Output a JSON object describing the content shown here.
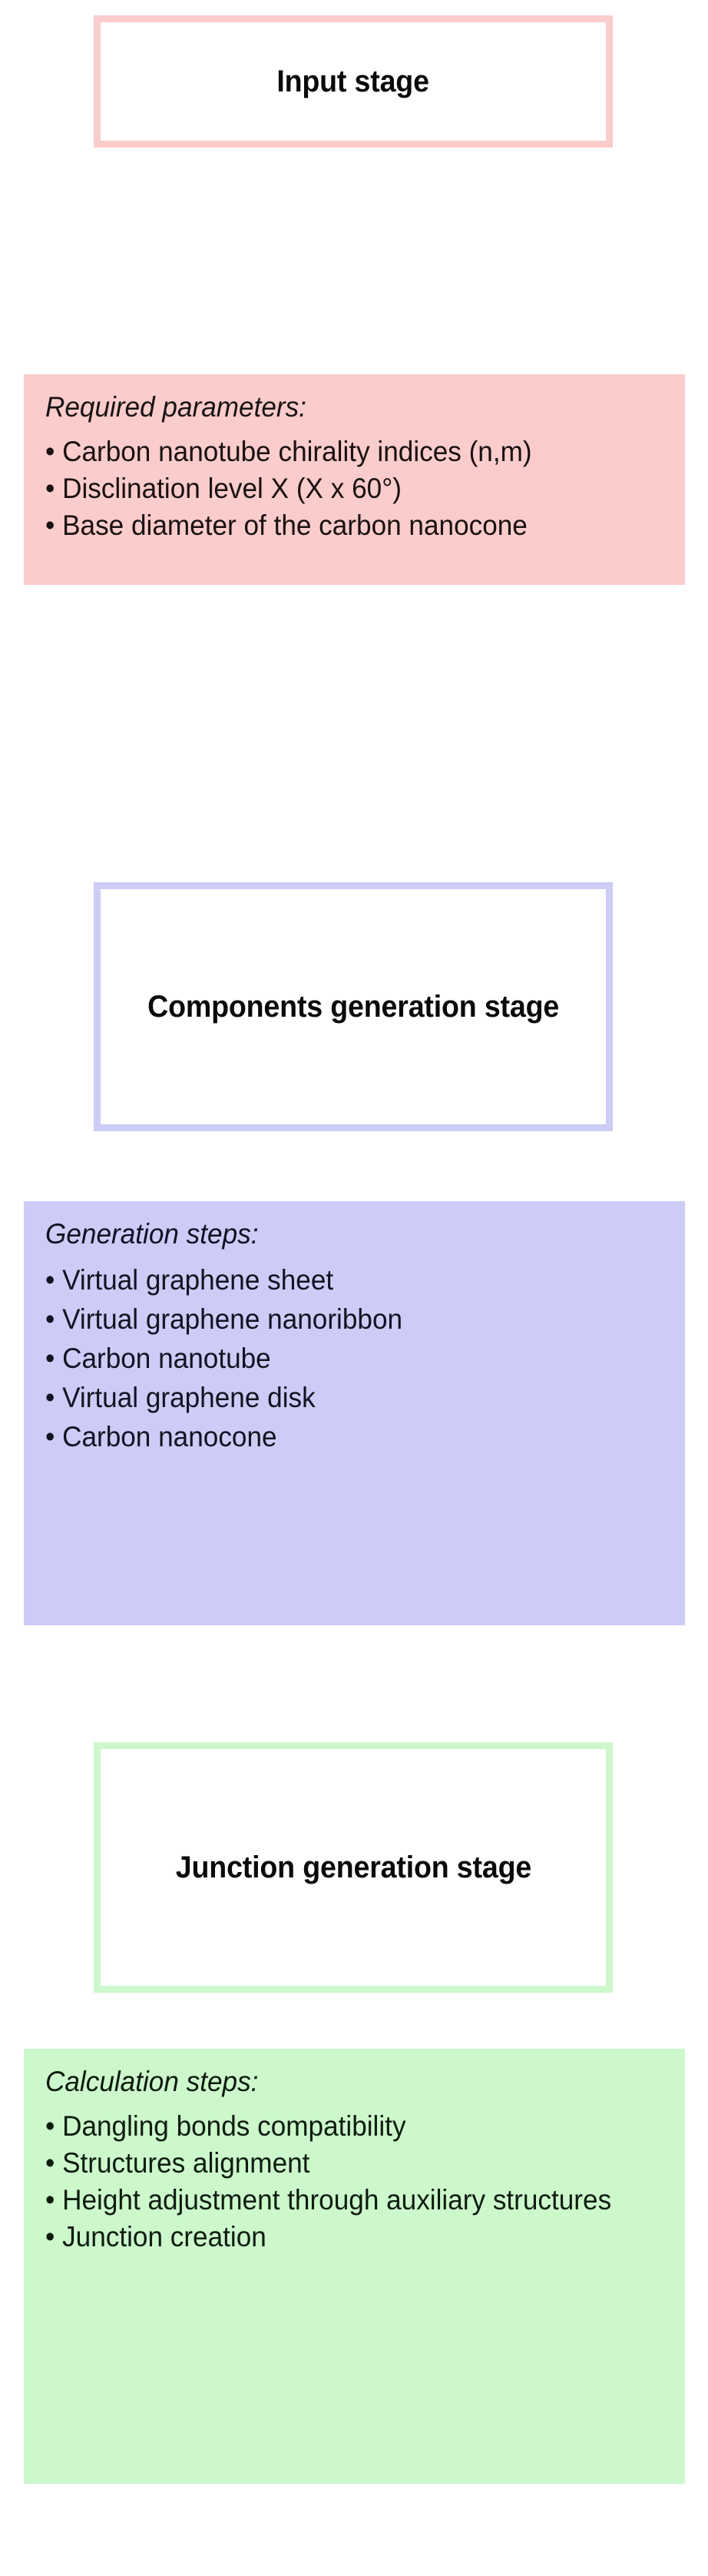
{
  "diagram": {
    "kind": "three-stage-flowchart",
    "background": "#ffffff",
    "stages": [
      {
        "id": "input",
        "accent": "#fbcccc",
        "box_title": "Input stage",
        "detail_heading": "Required parameters:",
        "detail_items": [
          "Carbon nanotube chirality indices (n,m)",
          "Disclination level X (X x 60°)",
          "Base diameter of the carbon nanocone"
        ]
      },
      {
        "id": "components",
        "accent": "#ccccf7",
        "box_title": "Components generation stage",
        "detail_heading": "Generation steps:",
        "detail_items": [
          "Virtual graphene sheet",
          "Virtual graphene nanoribbon",
          "Carbon nanotube",
          "Virtual graphene disk",
          "Carbon nanocone"
        ]
      },
      {
        "id": "junction",
        "accent": "#ccf8cc",
        "box_title": "Junction generation stage",
        "detail_heading": "Calculation steps:",
        "detail_items": [
          "Dangling bonds compatibility",
          "Structures alignment",
          "Height adjustment through auxiliary structures",
          "Junction creation"
        ]
      }
    ]
  }
}
